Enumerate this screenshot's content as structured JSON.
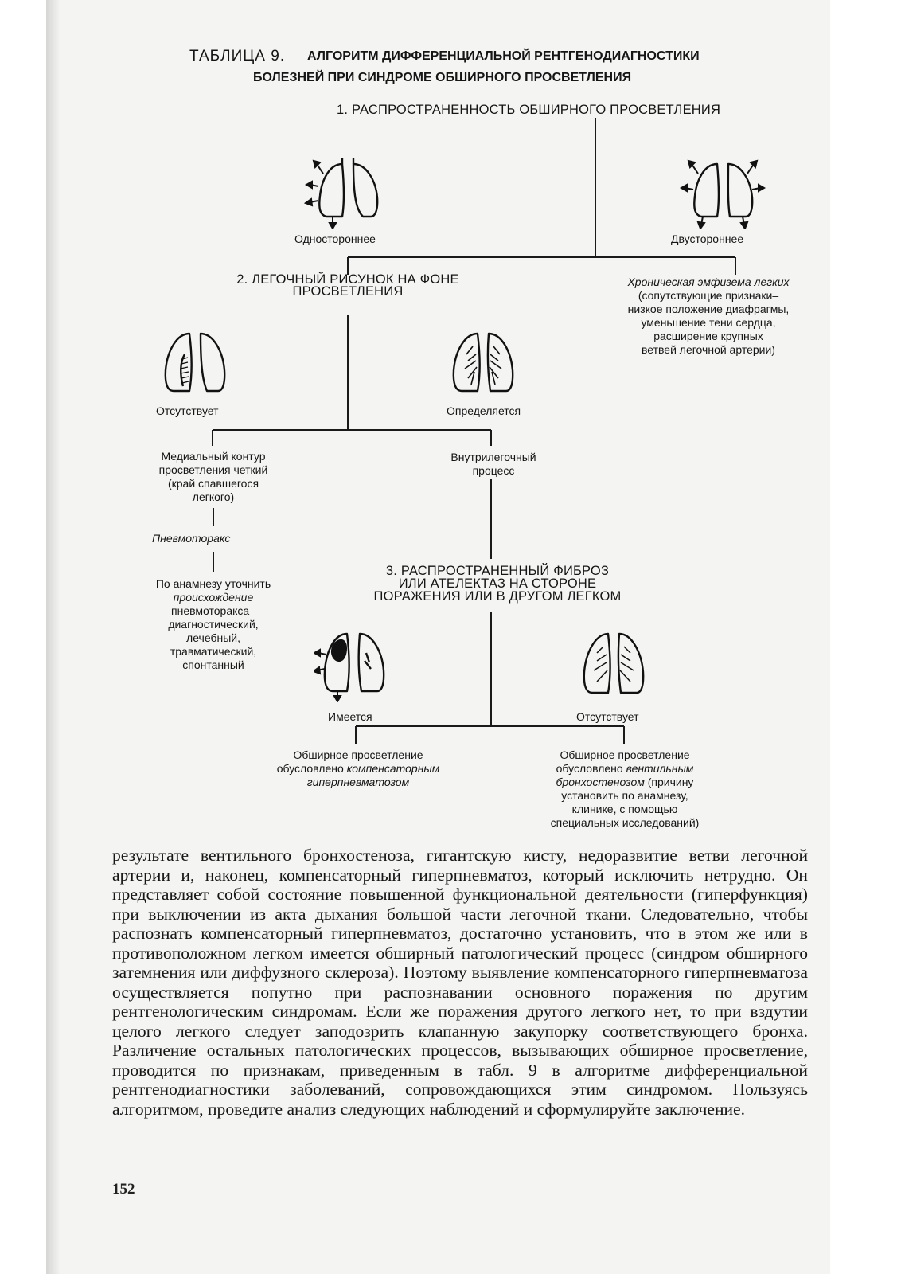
{
  "title": {
    "label": "ТАБЛИЦА 9.",
    "line1": "АЛГОРИТМ ДИФФЕРЕНЦИАЛЬНОЙ РЕНТГЕНОДИАГНОСТИКИ",
    "line2": "БОЛЕЗНЕЙ ПРИ СИНДРОМЕ ОБШИРНОГО ПРОСВЕТЛЕНИЯ"
  },
  "step1": {
    "heading": "1. РАСПРОСТРАНЕННОСТЬ ОБШИРНОГО ПРОСВЕТЛЕНИЯ",
    "left_label": "Одностороннее",
    "right_label": "Двустороннее",
    "right_result": {
      "title": "Хроническая эмфизема легких",
      "lines": [
        "(сопутствующие признаки–",
        "низкое положение диафрагмы,",
        "уменьшение тени сердца,",
        "расширение крупных",
        "ветвей легочной артерии)"
      ]
    }
  },
  "step2": {
    "heading_line1": "2. ЛЕГОЧНЫЙ РИСУНОК НА ФОНЕ",
    "heading_line2": "ПРОСВЕТЛЕНИЯ",
    "absent_label": "Отсутствует",
    "present_label": "Определяется",
    "medial_lines": [
      "Медиальный контур",
      "просветления четкий",
      "(край спавшегося",
      "легкого)"
    ],
    "pneumothorax": "Пневмоторакс",
    "anamnesis_line1": "По анамнезу уточнить",
    "anamnesis_line2": "происхождение",
    "anamnesis_lines": [
      "пневмоторакса–",
      "диагностический,",
      "лечебный,",
      "травматический,",
      "спонтанный"
    ],
    "intrapulmonary_line1": "Внутрилегочный",
    "intrapulmonary_line2": "процесс"
  },
  "step3": {
    "heading_lines": [
      "3. РАСПРОСТРАНЕННЫЙ ФИБРОЗ",
      "ИЛИ АТЕЛЕКТАЗ НА СТОРОНЕ",
      "ПОРАЖЕНИЯ ИЛИ В ДРУГОМ ЛЕГКОМ"
    ],
    "present_label": "Имеется",
    "absent_label": "Отсутствует",
    "left_result": {
      "line1": "Обширное просветление",
      "line2_plain": "обусловлено ",
      "line2_it": "компенсаторным",
      "line3": "гиперпневматозом"
    },
    "right_result": {
      "line1": "Обширное просветление",
      "line2_plain": "обусловлено ",
      "line2_it": "вентильным",
      "line3_it": "бронхостенозом",
      "line3_plain": " (причину",
      "line4": "установить по анамнезу,",
      "line5": "клинике, с помощью",
      "line6": "специальных исследований)"
    }
  },
  "body_text": "результате вентильного бронхостеноза, гигантскую кисту, недоразвитие ветви легочной артерии и, наконец, компенсаторный гиперпневматоз, который исключить нетрудно. Он представляет собой состояние повышенной функциональной деятельности (гиперфункция) при выключении из акта дыхания большой части легочной ткани. Следовательно, чтобы распознать компенсаторный гиперпневматоз, достаточно установить, что в этом же или в противоположном легком имеется обширный патологический процесс (синдром обширного затемнения или диффузного склероза). Поэтому выявление компенсаторного гиперпневматоза осуществляется попутно при распознавании основного поражения по другим рентгенологическим синдромам. Если же поражения другого легкого нет, то при вздутии целого легкого следует заподозрить клапанную закупорку соответствующего бронха. Различение остальных патологических процессов, вызывающих обширное просветление, проводится по признакам, приведенным в табл. 9 в алгоритме дифференциальной рентгенодиагностики заболеваний, сопровождающихся этим синдромом. Пользуясь алгоритмом, проведите анализ следующих наблюдений и сформулируйте заключение.",
  "page_number": "152",
  "icons": [
    "lungs-unilateral-icon",
    "lungs-bilateral-icon",
    "lungs-no-pattern-icon",
    "lungs-pattern-icon",
    "lungs-fibrosis-icon",
    "lungs-normal-icon"
  ]
}
